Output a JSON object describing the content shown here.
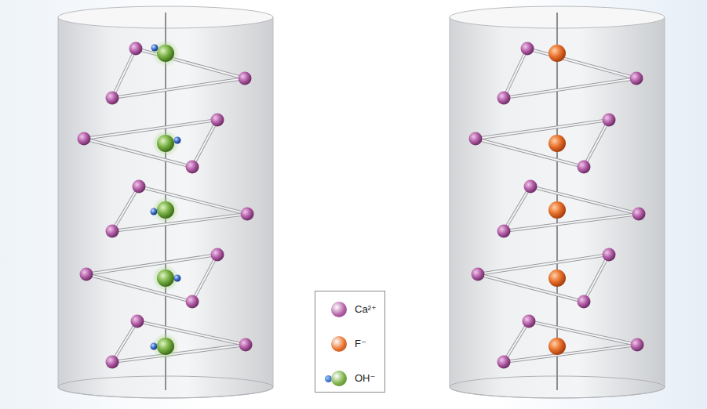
{
  "diagram": {
    "legend": [
      {
        "text": "Ca²⁺",
        "color": "#b45fa8"
      },
      {
        "text": "F⁻",
        "color": "#e8702a"
      },
      {
        "text": "OH⁻",
        "color": "#78b042"
      }
    ]
  }
}
